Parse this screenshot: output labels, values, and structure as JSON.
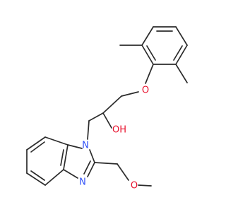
{
  "molecule": {
    "atom_color_O": "#e8112d",
    "atom_color_N": "#3050f8",
    "bond_color": "#2b2b2b",
    "labels": {
      "ether_oxygen": "O",
      "hydroxyl": "OH",
      "benzimidazole_n1": "N",
      "benzimidazole_n3": "N",
      "methoxy_oxygen": "O"
    }
  }
}
